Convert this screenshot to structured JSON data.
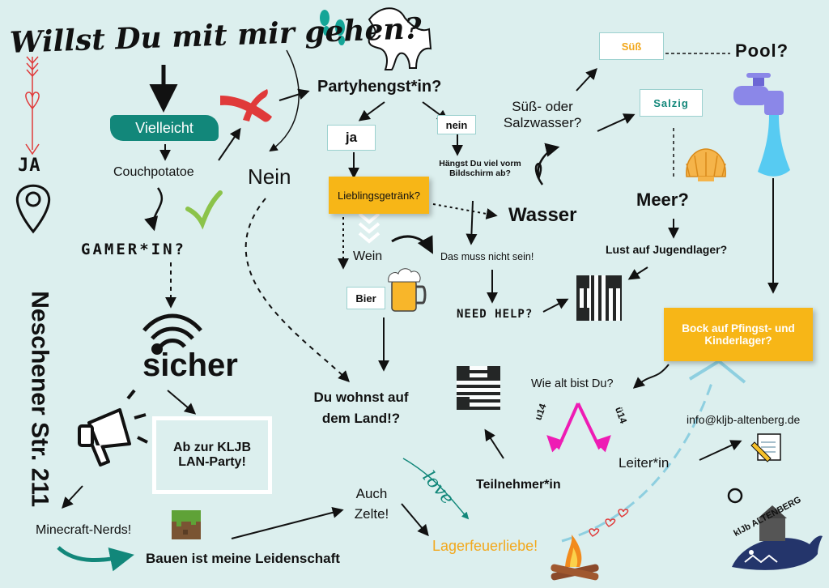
{
  "colors": {
    "background": "#dcefee",
    "teal": "#12877a",
    "yellow": "#f7b617",
    "magenta": "#ee1cb4",
    "red": "#e03a3a",
    "orange_text": "#f2a81d",
    "box_border": "#9cd1cf"
  },
  "title": "Willst Du mit mir gehen?",
  "left": {
    "ja": "JA",
    "address": "Neschener Str. 211"
  },
  "nodes": {
    "vielleicht": "Vielleicht",
    "couchpotatoe": "Couchpotatoe",
    "gamer": "GAMER*IN?",
    "sicher": "sicher",
    "lan_party": "Ab zur KLJB LAN-Party!",
    "minecraft": "Minecraft-Nerds!",
    "bauen": "Bauen ist meine Leidenschaft",
    "nein": "Nein",
    "partyhengst": "Partyhengst*in?",
    "ja_box": "ja",
    "nein_box": "nein",
    "bildschirm": "Hängst Du viel vorm Bildschirm ab?",
    "lieblingsgetraenk": "Lieblingsgetränk?",
    "wein": "Wein",
    "bier": "Bier",
    "muss_nicht": "Das muss nicht sein!",
    "wasser": "Wasser",
    "suess_salz": "Süß- oder Salzwasser?",
    "suess": "Süß",
    "salzig": "Salzig",
    "pool": "Pool?",
    "meer": "Meer?",
    "jugendlager": "Lust auf Jugendlager?",
    "need_help": "NEED HELP?",
    "pfingst": "Bock auf Pfingst- und Kinderlager?",
    "wie_alt": "Wie alt bist Du?",
    "u14": "u14",
    "ue14": "ü14",
    "leiter": "Leiter*in",
    "teilnehmer": "Teilnehmer*in",
    "email": "info@kljb-altenberg.de",
    "land": "Du wohnst auf dem Land!?",
    "zelte": "Auch Zelte!",
    "lagerfeuer": "Lagerfeuerliebe!",
    "love": "love",
    "logo": "klJb ALTENBERG"
  },
  "icons": [
    "footprints-icon",
    "horse-icon",
    "cross-mark-icon",
    "check-mark-icon",
    "arrow-heart-icon",
    "location-pin-icon",
    "wifi-icon",
    "megaphone-icon",
    "grass-block-icon",
    "beer-mug-icon",
    "faucet-icon",
    "shell-icon",
    "qr-code-icon",
    "pencil-paper-icon",
    "campfire-icon",
    "shark-logo-icon"
  ]
}
